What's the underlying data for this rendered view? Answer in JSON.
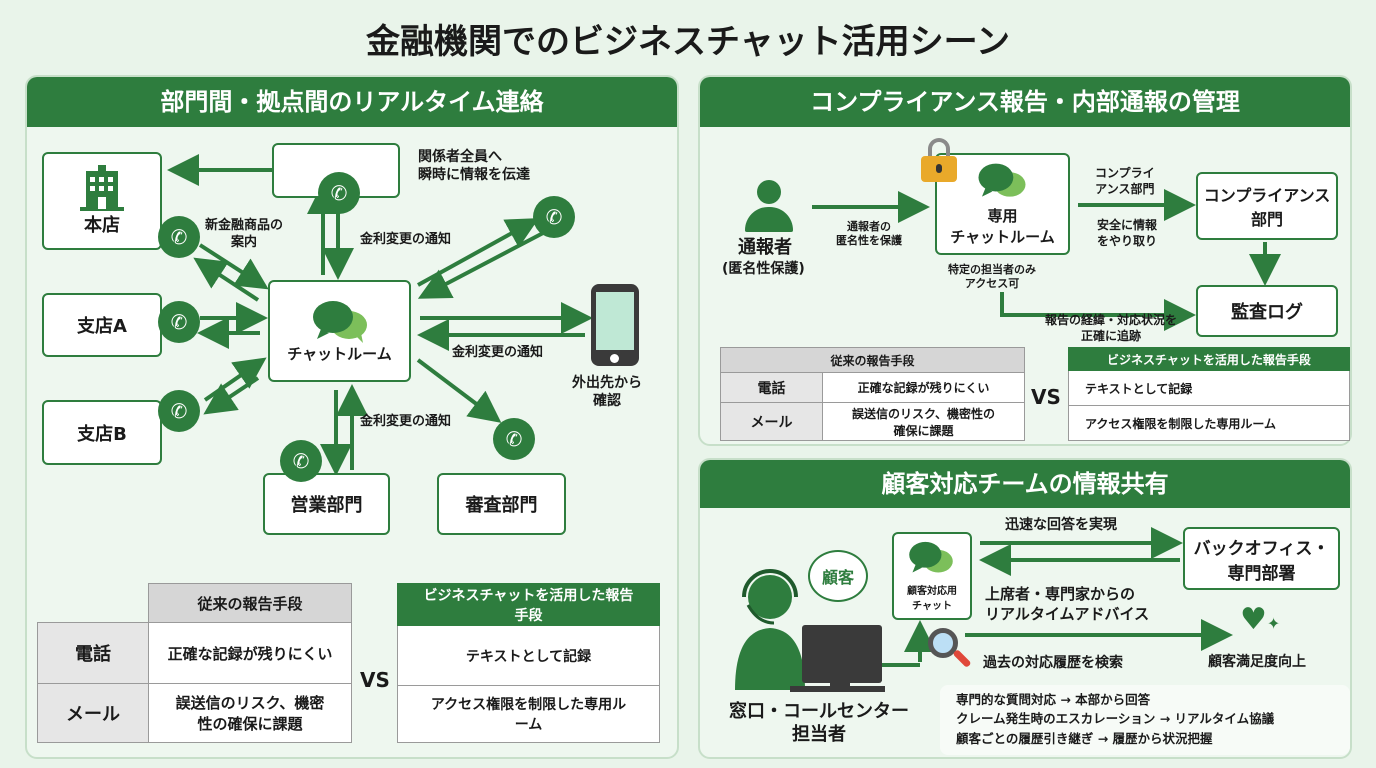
{
  "title": "金融機関でのビジネスチャット活用シーン",
  "colors": {
    "primary": "#2e7d3e",
    "light": "#7cbf5a",
    "background": "#e9f4ea"
  },
  "left": {
    "header": "部門間・拠点間のリアルタイム連絡",
    "nodes": {
      "honten": "本店",
      "shiten_a": "支店A",
      "shiten_b": "支店B",
      "chatroom": "チャットルーム",
      "eigyo": "営業部門",
      "shinsa": "審査部門"
    },
    "labels": {
      "broadcast": [
        "関係者全員へ",
        "瞬時に情報を伝達"
      ],
      "new_product": [
        "新金融商品の",
        "案内"
      ],
      "rate_top": "金利変更の通知",
      "rate_right": "金利変更の通知",
      "rate_bottom": "金利変更の通知",
      "mobile": [
        "外出先から",
        "確認"
      ]
    },
    "icons": [
      "building-icon",
      "phone-icon",
      "chat-bubbles-icon",
      "smartphone-icon"
    ],
    "table": {
      "old_header": "従来の報告手段",
      "new_header": "ビジネスチャットを活用した報告手段",
      "rows": [
        {
          "method": "電話",
          "old": "正確な記録が残りにくい",
          "new": "テキストとして記録"
        },
        {
          "method": "メール",
          "old": "誤送信のリスク、機密性の確保に課題",
          "new": "アクセス権限を制限した専用ルーム"
        }
      ],
      "vs": "VS"
    }
  },
  "compliance": {
    "header": "コンプライアンス報告・内部通報の管理",
    "reporter": "通報者",
    "reporter_sub": "(匿名性保護)",
    "anon_label": [
      "通報者の",
      "匿名性を保護"
    ],
    "room": [
      "専用",
      "チャットルーム"
    ],
    "access_label": [
      "特定の担当者のみ",
      "アクセス可"
    ],
    "to_dept_label": [
      "コンプライ",
      "アンス部門"
    ],
    "secure_label": [
      "安全に情報",
      "をやり取り"
    ],
    "dept": [
      "コンプライアンス",
      "部門"
    ],
    "audit": "監査ログ",
    "track_label": [
      "報告の経緯・対応状況を",
      "正確に追跡"
    ],
    "table": {
      "old_header": "従来の報告手段",
      "new_header": "ビジネスチャットを活用した報告手段",
      "rows": [
        {
          "method": "電話",
          "old": "正確な記録が残りにくい",
          "new": "テキストとして記録"
        },
        {
          "method": "メール",
          "old": "誤送信のリスク、機密性の確保に課題",
          "new": "アクセス権限を制限した専用ルーム"
        }
      ],
      "vs": "VS"
    }
  },
  "customer": {
    "header": "顧客対応チームの情報共有",
    "customer_bubble": "顧客",
    "chat": [
      "顧客対応用",
      "チャット"
    ],
    "agent": [
      "窓口・コールセンター",
      "担当者"
    ],
    "fast": "迅速な回答を実現",
    "backoffice": [
      "バックオフィス・",
      "専門部署"
    ],
    "advice": [
      "上席者・専門家からの",
      "リアルタイムアドバイス"
    ],
    "search": "過去の対応履歴を検索",
    "satisfaction": "顧客満足度向上",
    "notes": [
      "専門的な質問対応 → 本部から回答",
      "クレーム発生時のエスカレーション → リアルタイム協議",
      "顧客ごとの履歴引き継ぎ → 履歴から状況把握"
    ]
  }
}
